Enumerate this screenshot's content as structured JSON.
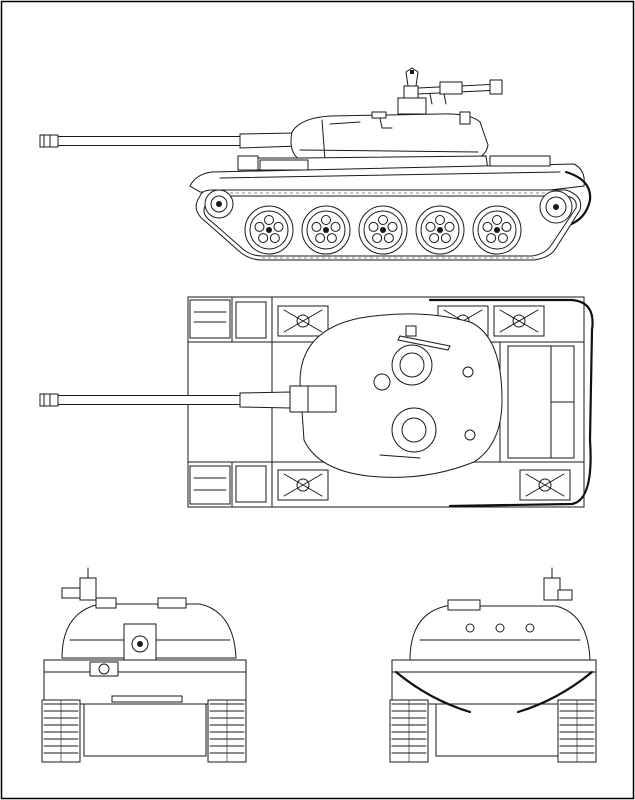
{
  "drawing": {
    "views": [
      {
        "id": "side",
        "name": "side-view"
      },
      {
        "id": "top",
        "name": "top-view"
      },
      {
        "id": "front",
        "name": "front-view"
      },
      {
        "id": "rear",
        "name": "rear-view"
      }
    ],
    "colors": {
      "line": "#1a1a1a",
      "paper": "#ffffff",
      "border": "#000000"
    }
  }
}
